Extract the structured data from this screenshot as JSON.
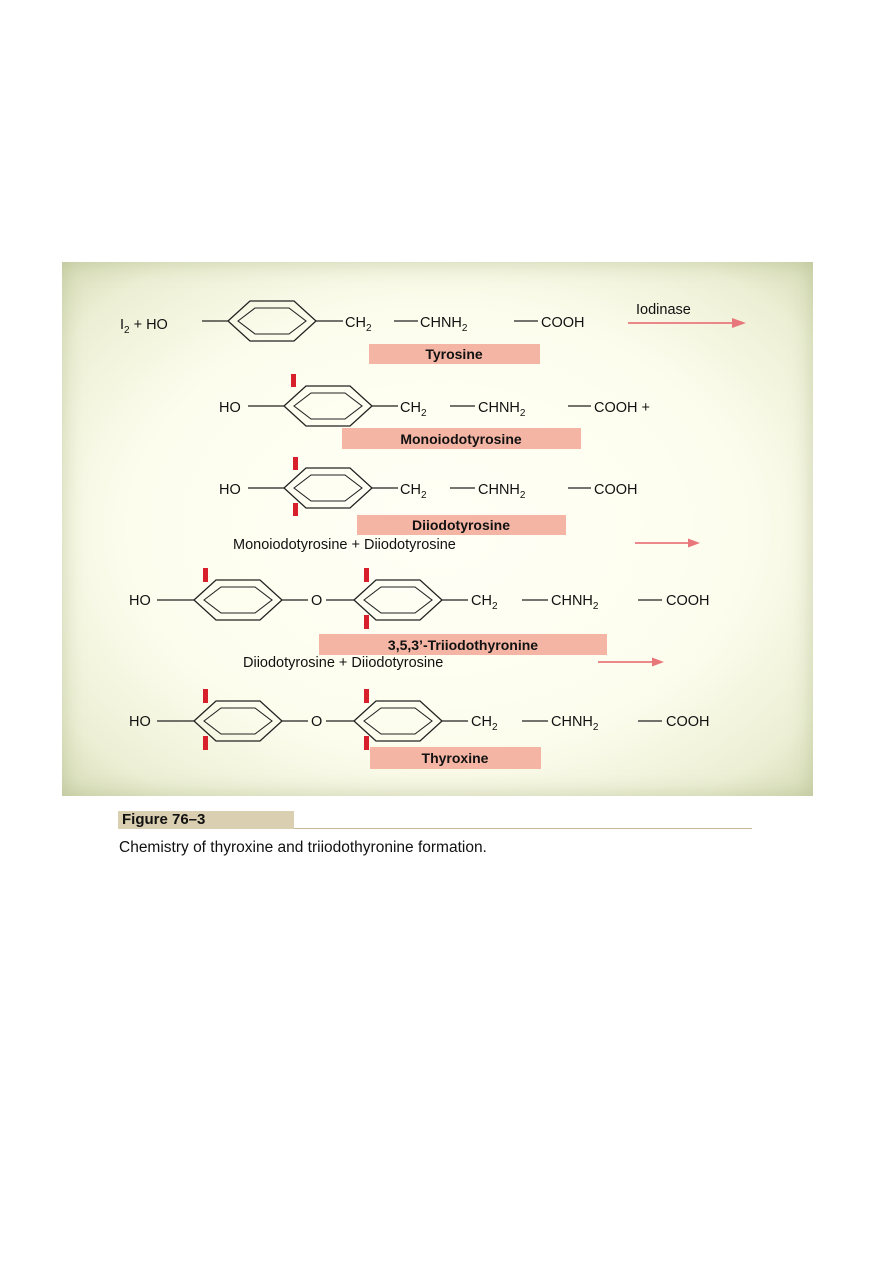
{
  "reaction_1": {
    "reactants_prefix": "I",
    "reactants_prefix_sub": "2",
    "reactants_plus_ho": "+ HO",
    "ch2": "CH",
    "ch2_sub": "2",
    "chnh2": "CHNH",
    "chnh2_sub": "2",
    "cooh": "COOH",
    "enzyme": "Iodinase",
    "name": "Tyrosine"
  },
  "reaction_2": {
    "ho": "HO",
    "iodine": "I",
    "ch2": "CH",
    "ch2_sub": "2",
    "chnh2": "CHNH",
    "chnh2_sub": "2",
    "cooh_plus": "COOH +",
    "name": "Monoiodotyrosine"
  },
  "reaction_3": {
    "ho": "HO",
    "iodine": "I",
    "ch2": "CH",
    "ch2_sub": "2",
    "chnh2": "CHNH",
    "chnh2_sub": "2",
    "cooh": "COOH",
    "name": "Diiodotyrosine",
    "coupling": "Monoiodotyrosine + Diiodotyrosine"
  },
  "reaction_4": {
    "ho": "HO",
    "iodine": "I",
    "ether_o": "O",
    "ch2": "CH",
    "ch2_sub": "2",
    "chnh2": "CHNH",
    "chnh2_sub": "2",
    "cooh": "COOH",
    "name": "3,5,3’-Triiodothyronine",
    "coupling": "Diiodotyrosine + Diiodotyrosine"
  },
  "reaction_5": {
    "ho": "HO",
    "iodine": "I",
    "ether_o": "O",
    "ch2": "CH",
    "ch2_sub": "2",
    "chnh2": "CHNH",
    "chnh2_sub": "2",
    "cooh": "COOH",
    "name": "Thyroxine"
  },
  "figure": {
    "label": "Figure 76–3",
    "caption": "Chemistry of thyroxine and triiodothyronine formation."
  },
  "colors": {
    "label_box": "#f4b5a4",
    "arrow": "#e8777b",
    "iodine_mark": "#d8202d",
    "figure_label_bg": "#dacfb0"
  }
}
